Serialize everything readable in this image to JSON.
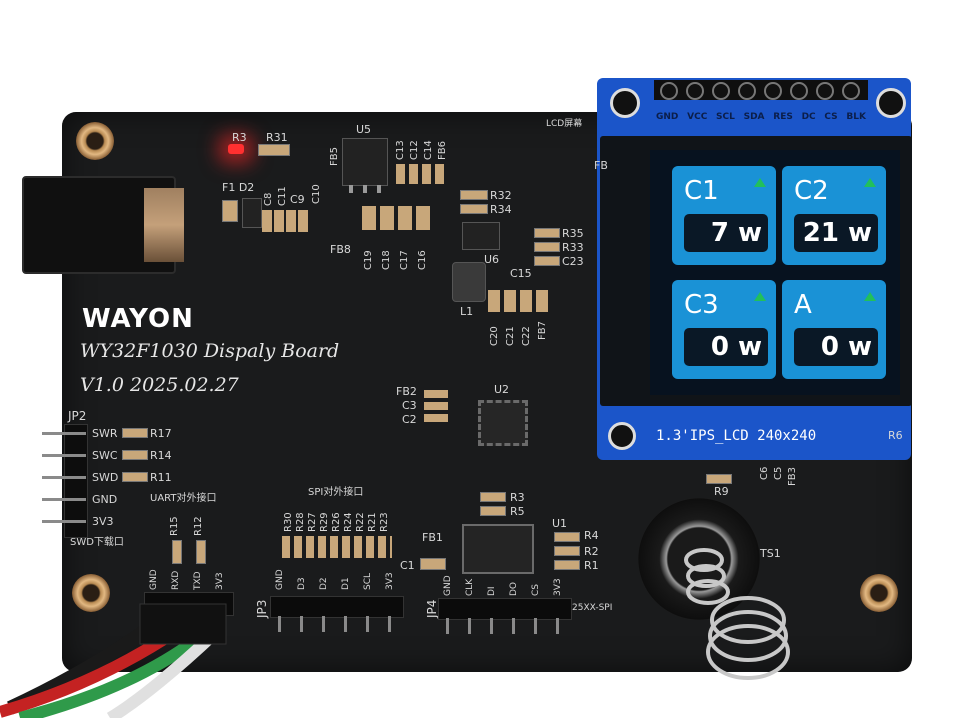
{
  "board": {
    "brand": "WAYON",
    "title": "WY32F1030 Dispaly Board",
    "version": "V1.0 2025.02.27",
    "colors": {
      "pcb": "#1a1b1c",
      "silk": "#d8d8d8",
      "led": "#ff2020"
    }
  },
  "silk": {
    "r3": "R3",
    "r31": "R31",
    "u5": "U5",
    "fb5": "FB5",
    "c13": "C13",
    "c12": "C12",
    "c14": "C14",
    "fb6": "FB6",
    "lcd_label": "LCD屏幕",
    "f1d2": "F1 D2",
    "c8": "C8",
    "c11": "C11",
    "c9": "C9",
    "c10": "C10",
    "r32": "R32",
    "r34": "R34",
    "fb8": "FB8",
    "c19": "C19",
    "c18": "C18",
    "c17": "C17",
    "c16": "C16",
    "r35": "R35",
    "r33": "R33",
    "c23": "C23",
    "u6": "U6",
    "c15": "C15",
    "l1": "L1",
    "c20": "C20",
    "c21": "C21",
    "c22": "C22",
    "fb7": "FB7",
    "fb2": "FB2",
    "c3": "C3",
    "c2": "C2",
    "u2": "U2",
    "jp2": "JP2",
    "swr": "SWR",
    "swc": "SWC",
    "swd": "SWD",
    "gnd": "GND",
    "v3v3": "3V3",
    "swd_port": "SWD下载口",
    "r17": "R17",
    "r14": "R14",
    "r11": "R11",
    "uart_label": "UART对外接口",
    "r15": "R15",
    "r12": "R12",
    "uart_pins": [
      "GND",
      "RXD",
      "TXD",
      "3V3"
    ],
    "spi_label": "SPI对外接口",
    "spi_res": [
      "R30",
      "R28",
      "R27",
      "R29",
      "R26",
      "R24",
      "R22",
      "R21",
      "R23"
    ],
    "spi_pins": [
      "GND",
      "D3",
      "D2",
      "D1",
      "SCL",
      "3V3"
    ],
    "jp3": "JP3",
    "r3b": "R3",
    "r5": "R5",
    "fb1": "FB1",
    "c1": "C1",
    "u1": "U1",
    "r4": "R4",
    "r2": "R2",
    "r1": "R1",
    "jp4": "JP4",
    "jp4_pins": [
      "GND",
      "CLK",
      "DI",
      "DO",
      "CS",
      "3V3"
    ],
    "flash": "25XX-SPI",
    "r9": "R9",
    "ts1": "TS1",
    "c6": "C6",
    "c5": "C5",
    "fb3": "FB3",
    "fb": "FB",
    "r6": "R6"
  },
  "lcd": {
    "header_pins": [
      "GND",
      "VCC",
      "SCL",
      "SDA",
      "RES",
      "DC",
      "CS",
      "BLK"
    ],
    "caption": "1.3'IPS_LCD 240x240",
    "tiles": [
      {
        "label": "C1",
        "value": "7 w"
      },
      {
        "label": "C2",
        "value": "21 w"
      },
      {
        "label": "C3",
        "value": "0 w"
      },
      {
        "label": "A",
        "value": "0 w"
      }
    ],
    "colors": {
      "frame": "#1b55c9",
      "tile": "#1a92d6",
      "value_bg": "#0a1826",
      "arrow": "#22c05a"
    }
  }
}
